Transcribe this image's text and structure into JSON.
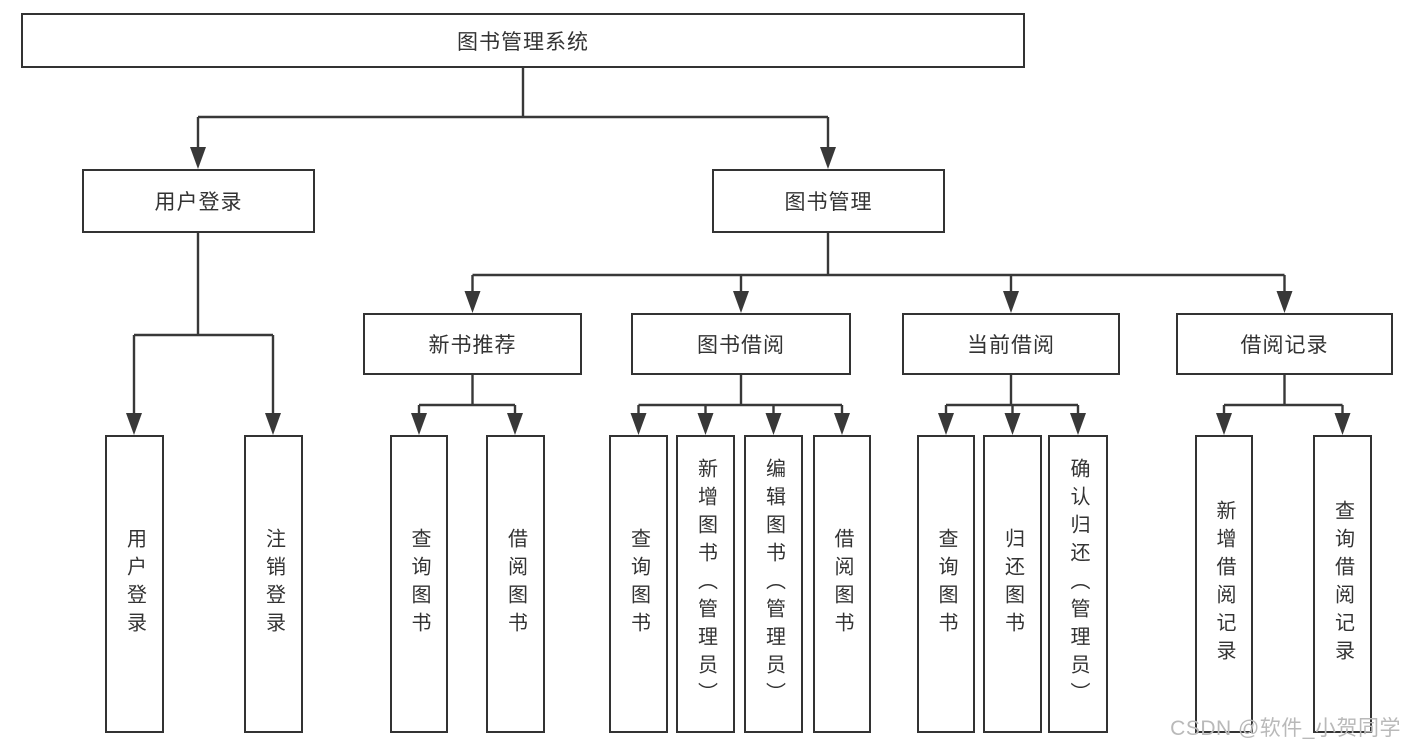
{
  "diagram": {
    "root": {
      "label": "图书管理系统"
    },
    "branches": [
      {
        "label": "用户登录",
        "leaves": [
          {
            "label": "用户登录"
          },
          {
            "label": "注销登录"
          }
        ]
      },
      {
        "label": "图书管理",
        "groups": [
          {
            "label": "新书推荐",
            "leaves": [
              {
                "label": "查询图书"
              },
              {
                "label": "借阅图书"
              }
            ]
          },
          {
            "label": "图书借阅",
            "leaves": [
              {
                "label": "查询图书"
              },
              {
                "label": "新增图书（管理员）"
              },
              {
                "label": "编辑图书（管理员）"
              },
              {
                "label": "借阅图书"
              }
            ]
          },
          {
            "label": "当前借阅",
            "leaves": [
              {
                "label": "查询图书"
              },
              {
                "label": "归还图书"
              },
              {
                "label": "确认归还（管理员）"
              }
            ]
          },
          {
            "label": "借阅记录",
            "leaves": [
              {
                "label": "新增借阅记录"
              },
              {
                "label": "查询借阅记录"
              }
            ]
          }
        ]
      }
    ]
  },
  "watermark": {
    "text": "CSDN @软件_小贺同学"
  },
  "colors": {
    "line": "#383838",
    "border": "#333333",
    "text": "#333333",
    "background": "#ffffff",
    "watermark": "#b9b9b9"
  }
}
